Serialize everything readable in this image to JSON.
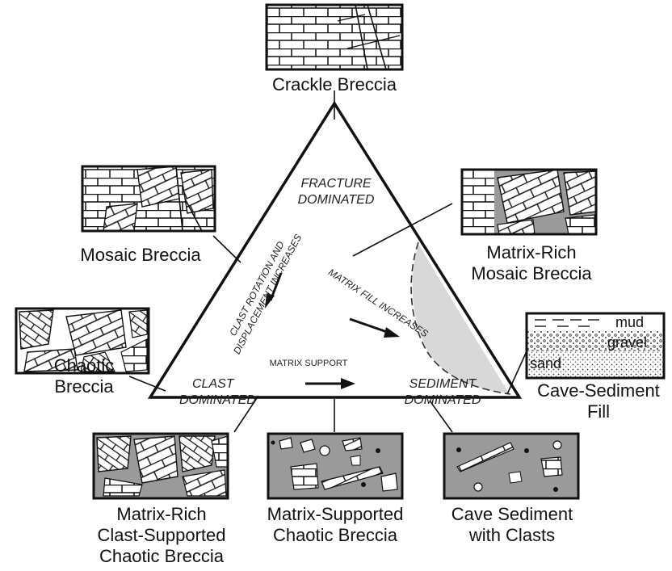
{
  "breccia_types": {
    "crackle": "Crackle Breccia",
    "mosaic": "Mosaic Breccia",
    "matrix_rich_mosaic": [
      "Matrix-Rich",
      "Mosaic Breccia"
    ],
    "chaotic": [
      "Chaotic",
      "Breccia"
    ],
    "cave_sediment_fill": [
      "Cave-Sediment",
      "Fill"
    ],
    "matrix_rich_clast_supported": [
      "Matrix-Rich",
      "Clast-Supported",
      "Chaotic Breccia"
    ],
    "matrix_supported_chaotic": [
      "Matrix-Supported",
      "Chaotic Breccia"
    ],
    "cave_sediment_with_clasts": [
      "Cave Sediment",
      "with Clasts"
    ]
  },
  "triangle": {
    "apex_top": [
      "FRACTURE",
      "DOMINATED"
    ],
    "apex_left": [
      "CLAST",
      "DOMINATED"
    ],
    "apex_right": [
      "SEDIMENT",
      "DOMINATED"
    ],
    "trend_left": [
      "CLAST ROTATION AND",
      "DISPLACEMENT INCREASES"
    ],
    "trend_diagonal": "MATRIX FILL INCREASES",
    "trend_bottom": "MATRIX SUPPORT"
  },
  "sediment_layers": {
    "mud": "mud",
    "gravel": "gravel",
    "sand": "sand"
  },
  "colors": {
    "ink": "#111111",
    "matrix_gray": "#9a9a9a",
    "light_gray": "#d8d8d8",
    "paper": "#ffffff"
  }
}
